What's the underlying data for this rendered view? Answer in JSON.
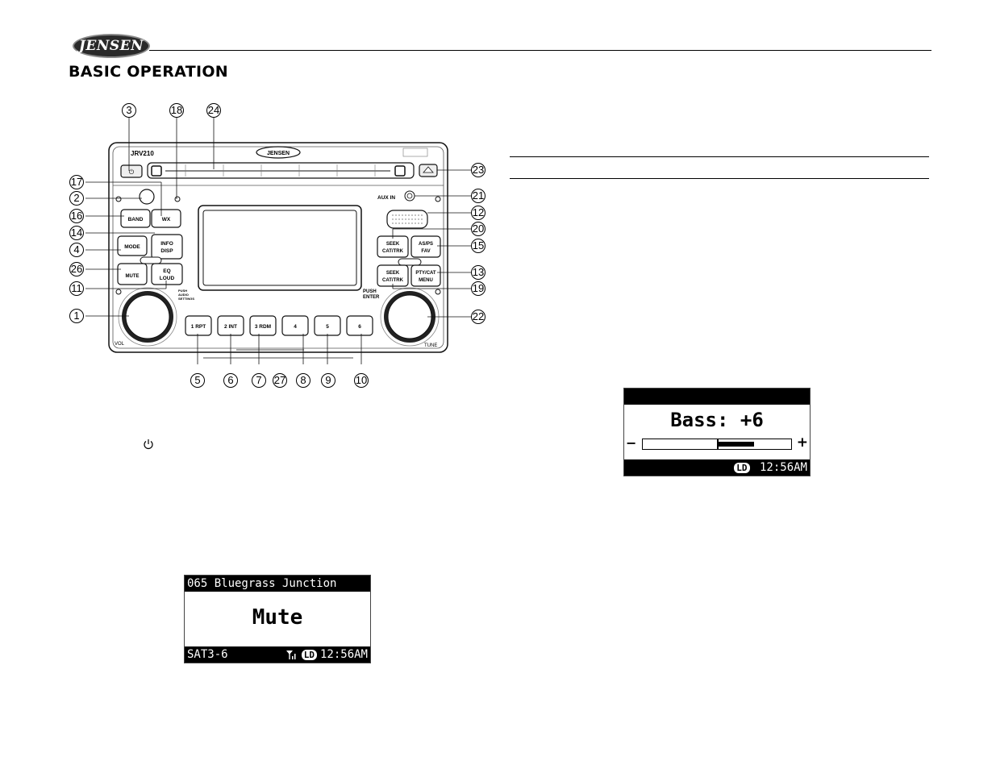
{
  "header": {
    "brand": "JENSEN",
    "section_title": "BASIC OPERATION"
  },
  "radio": {
    "model": "JRV210",
    "faceplate_brand": "JENSEN",
    "buttons": {
      "band": "BAND",
      "wx": "WX",
      "mode": "MODE",
      "info_disp": [
        "INFO",
        "DISP"
      ],
      "mute": [
        "",
        "MUTE"
      ],
      "eq_loud": [
        "EQ",
        "LOUD"
      ],
      "seek_up": [
        "SEEK",
        "CAT/TRK"
      ],
      "seek_down": [
        "SEEK",
        "CAT/TRK"
      ],
      "as_ps_fav": [
        "AS/PS",
        "FAV"
      ],
      "pty_menu": [
        "PTY/CAT",
        "MENU"
      ],
      "aux_in": "AUX IN",
      "push_audio": [
        "PUSH",
        "AUDIO",
        "SETTINGS"
      ],
      "push_enter": [
        "PUSH",
        "ENTER"
      ],
      "vol": "VOL",
      "tune": "TUNE",
      "presets": [
        "1 RPT",
        "2 INT",
        "3 RDM",
        "4",
        "5",
        "6"
      ]
    },
    "callouts": {
      "top": [
        "3",
        "18",
        "24"
      ],
      "left": [
        "17",
        "2",
        "16",
        "14",
        "4",
        "26",
        "11",
        "1"
      ],
      "right": [
        "23",
        "21",
        "12",
        "20",
        "15",
        "13",
        "19",
        "22"
      ],
      "bottom": [
        "5",
        "6",
        "7",
        "27",
        "8",
        "9",
        "10"
      ]
    }
  },
  "lcd_mute": {
    "top_bar": "065 Bluegrass Junction",
    "center": "Mute",
    "bottom_left": "SAT3-6",
    "badge": "LD",
    "time": "12:56AM"
  },
  "lcd_bass": {
    "center": "Bass: +6",
    "minus": "−",
    "plus": "+",
    "level_percent": 25,
    "badge": "LD",
    "time": "12:56AM"
  },
  "icons": [
    "power-icon",
    "cd-slot-icon",
    "eject-icon",
    "signal-icon",
    "sd-card-icon"
  ]
}
